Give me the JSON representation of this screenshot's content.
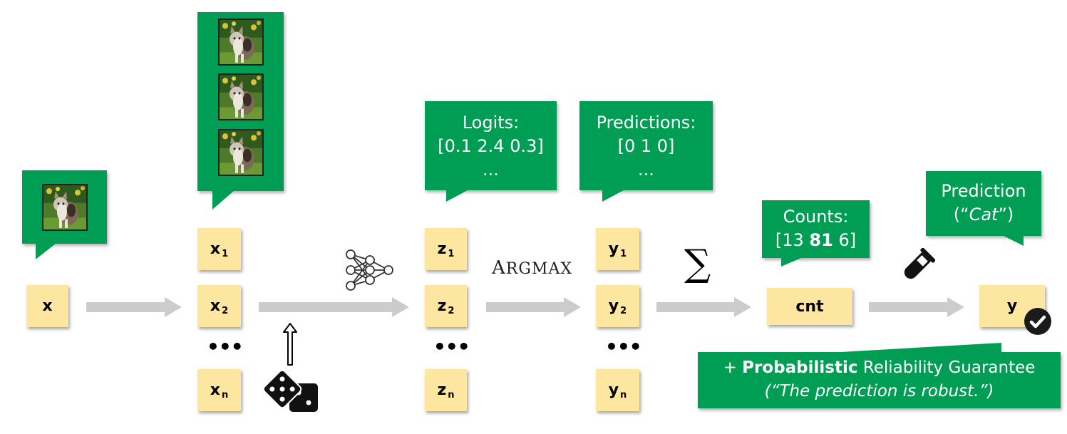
{
  "input": {
    "label": "x"
  },
  "samples": {
    "labels": [
      "x",
      "x",
      "x"
    ],
    "subscripts": [
      "1",
      "2",
      "n"
    ],
    "ellipsis": "•••"
  },
  "logits_nodes": {
    "labels": [
      "z",
      "z",
      "z"
    ],
    "subscripts": [
      "1",
      "2",
      "n"
    ],
    "ellipsis": "•••"
  },
  "pred_nodes": {
    "labels": [
      "y",
      "y",
      "y"
    ],
    "subscripts": [
      "1",
      "2",
      "n"
    ],
    "ellipsis": "•••"
  },
  "counts_node": {
    "label": "cnt"
  },
  "output_node": {
    "label": "y"
  },
  "argmax_label": {
    "first": "A",
    "rest": "RGMAX"
  },
  "sum_symbol": "∑",
  "logits_bubble": {
    "title": "Logits:",
    "values": "[0.1 2.4 0.3]",
    "more": "..."
  },
  "predictions_bubble": {
    "title": "Predictions:",
    "values": "[0 1 0]",
    "more": "..."
  },
  "counts_bubble": {
    "title": "Counts:",
    "prefix": "[13 ",
    "highlight": "81",
    "suffix": " 6]"
  },
  "prediction_bubble": {
    "title": "Prediction",
    "open": "(“",
    "value": "Cat",
    "close": "”)"
  },
  "guarantee_bubble": {
    "prefix": "+ ",
    "bold": "Probabilistic",
    "rest": " Reliability Guarantee",
    "quote": "(“The prediction is robust.”)"
  },
  "icons": [
    "cat-image-icon",
    "neural-network-icon",
    "dice-icon",
    "test-tube-icon",
    "check-circle-icon",
    "up-arrow-icon"
  ],
  "colors": {
    "bubble": "#009e55",
    "node": "#fde7a0",
    "arrow": "#cccccc"
  }
}
